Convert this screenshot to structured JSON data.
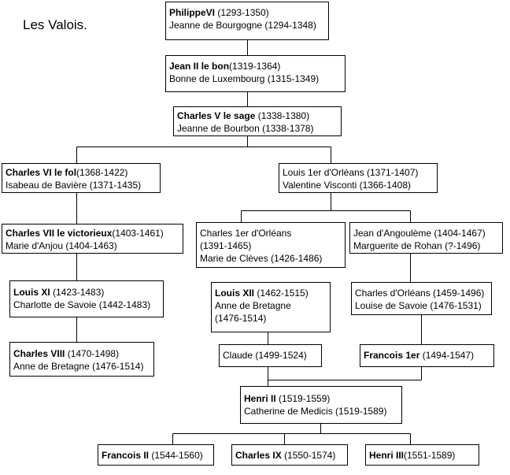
{
  "title": "Les Valois.",
  "people": {
    "philippe6": {
      "name": "PhilippeVI",
      "dates": " (1293-1350)",
      "spouse": "Jeanne de Bourgogne (1294-1348)"
    },
    "jean2": {
      "name": "Jean II le bon",
      "dates": "(1319-1364)",
      "spouse": "Bonne de Luxembourg (1315-1349)"
    },
    "charles5": {
      "name": "Charles V le sage",
      "dates": " (1338-1380)",
      "spouse": "Jeanne de Bourbon (1338-1378)"
    },
    "charles6": {
      "name": "Charles VI le fol",
      "dates": "(1368-1422)",
      "spouse": "Isabeau de Bavière (1371-1435)"
    },
    "louis_orleans": {
      "name": "",
      "dates": "Louis 1er d'Orléans (1371-1407)",
      "spouse": "Valentine Visconti (1366-1408)"
    },
    "charles7": {
      "name": "Charles VII le victorieux",
      "dates": "(1403-1461)",
      "spouse": "Marie d'Anjou (1404-1463)"
    },
    "charles_orleans1": {
      "name": "",
      "dates": "Charles 1er d'Orléans",
      "dates2": "(1391-1465)",
      "spouse": "Marie de Clèves (1426-1486)"
    },
    "jean_angouleme": {
      "name": "",
      "dates": "Jean d'Angoulème (1404-1467)",
      "spouse": "Marguerite de Rohan (?-1496)"
    },
    "louis11": {
      "name": "Louis XI",
      "dates": " (1423-1483)",
      "spouse": "Charlotte de Savoie (1442-1483)"
    },
    "louis12": {
      "name": "Louis XII",
      "dates": " (1462-1515)",
      "spouse": "Anne de Bretagne",
      "spouse2": "(1476-1514)"
    },
    "charles_orleans2": {
      "name": "",
      "dates": "Charles d'Orléans (1459-1496)",
      "spouse": "Louise de Savoie (1476-1531)"
    },
    "charles8": {
      "name": "Charles VIII",
      "dates": " (1470-1498)",
      "spouse": "Anne de Bretagne (1476-1514)"
    },
    "claude": {
      "name": "",
      "dates": "Claude (1499-1524)",
      "spouse": ""
    },
    "francois1": {
      "name": "Francois 1er",
      "dates": " (1494-1547)",
      "spouse": ""
    },
    "henri2": {
      "name": "Henri II",
      "dates": " (1519-1559)",
      "spouse": "Catherine de Medicis (1519-1589)"
    },
    "francois2": {
      "name": "Francois II",
      "dates": " (1544-1560)",
      "spouse": ""
    },
    "charles9": {
      "name": "Charles IX",
      "dates": " (1550-1574)",
      "spouse": ""
    },
    "henri3": {
      "name": "Henri III",
      "dates": "(1551-1589)",
      "spouse": ""
    }
  }
}
